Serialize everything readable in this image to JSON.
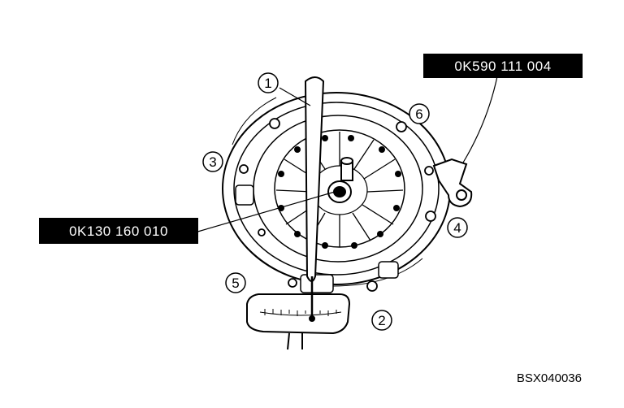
{
  "callouts": {
    "n1": "1",
    "n2": "2",
    "n3": "3",
    "n4": "4",
    "n5": "5",
    "n6": "6"
  },
  "tools": {
    "alignment_tool": "0K130 160 010",
    "flywheel_holder": "0K590 111 004"
  },
  "figure_code": "BSX040036",
  "colors": {
    "ink": "#000000",
    "paper": "#ffffff"
  }
}
